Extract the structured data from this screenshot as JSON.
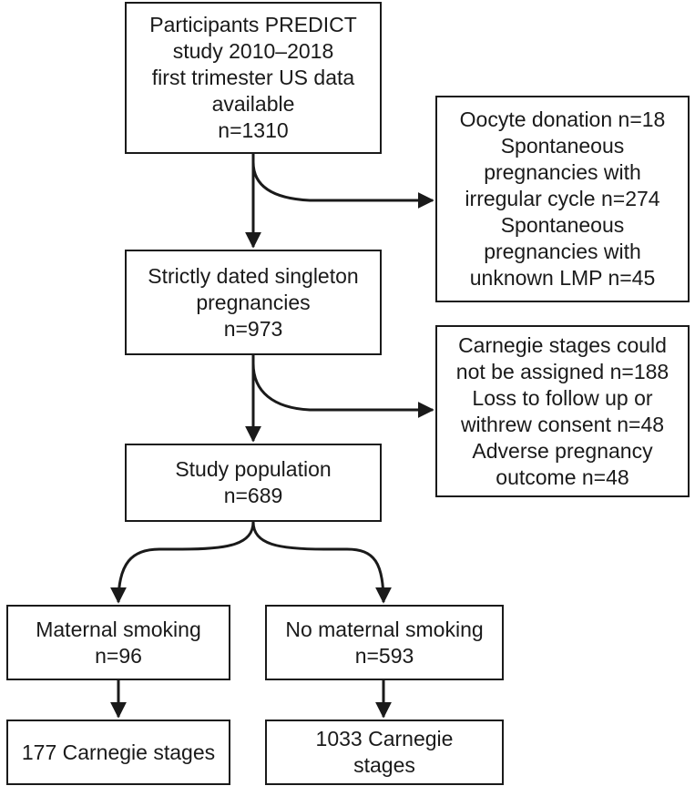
{
  "diagram": {
    "nodes": {
      "participants": [
        "Participants PREDICT",
        "study 2010–2018",
        "first trimester US data",
        "available",
        "n=1310"
      ],
      "exclusion1": [
        "Oocyte donation n=18",
        "Spontaneous",
        "pregnancies with",
        "irregular cycle n=274",
        "Spontaneous",
        "pregnancies with",
        "unknown LMP n=45"
      ],
      "strictly_dated": [
        "Strictly dated singleton",
        "pregnancies",
        "n=973"
      ],
      "exclusion2": [
        "Carnegie stages could",
        "not be assigned n=188",
        "Loss to follow up or",
        "withrew consent n=48",
        "Adverse pregnancy",
        "outcome n=48"
      ],
      "study_population": [
        "Study population",
        "n=689"
      ],
      "maternal_smoking": [
        "Maternal smoking",
        "n=96"
      ],
      "no_maternal_smoking": [
        "No maternal smoking",
        "n=593"
      ],
      "carnegie_smoking": [
        "177 Carnegie stages"
      ],
      "carnegie_no_smoking": [
        "1033 Carnegie",
        "stages"
      ]
    },
    "edges": [
      [
        "participants",
        "strictly_dated"
      ],
      [
        "participants",
        "exclusion1"
      ],
      [
        "strictly_dated",
        "study_population"
      ],
      [
        "strictly_dated",
        "exclusion2"
      ],
      [
        "study_population",
        "maternal_smoking"
      ],
      [
        "study_population",
        "no_maternal_smoking"
      ],
      [
        "maternal_smoking",
        "carnegie_smoking"
      ],
      [
        "no_maternal_smoking",
        "carnegie_no_smoking"
      ]
    ],
    "colors": {
      "stroke": "#1a1a1a",
      "background": "#ffffff"
    }
  }
}
